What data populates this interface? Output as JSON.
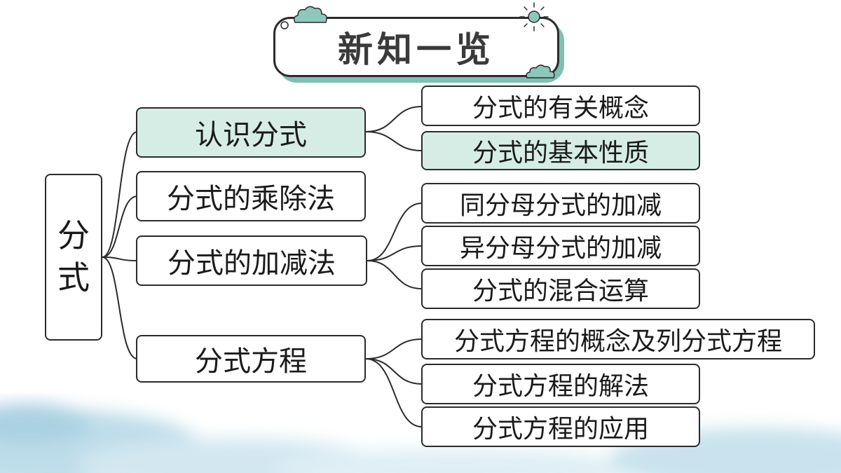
{
  "title": "新知一览",
  "root": {
    "line1": "分",
    "line2": "式"
  },
  "branches": [
    {
      "label": "认识分式",
      "highlight": true,
      "children": [
        {
          "label": "分式的有关概念",
          "highlight": false
        },
        {
          "label": "分式的基本性质",
          "highlight": true
        }
      ]
    },
    {
      "label": "分式的乘除法",
      "highlight": false,
      "children": []
    },
    {
      "label": "分式的加减法",
      "highlight": false,
      "children": [
        {
          "label": "同分母分式的加减",
          "highlight": false
        },
        {
          "label": "异分母分式的加减",
          "highlight": false
        },
        {
          "label": "分式的混合运算",
          "highlight": false
        }
      ]
    },
    {
      "label": "分式方程",
      "highlight": false,
      "children": [
        {
          "label": "分式方程的概念及列分式方程",
          "highlight": false
        },
        {
          "label": "分式方程的解法",
          "highlight": false
        },
        {
          "label": "分式方程的应用",
          "highlight": false
        }
      ]
    }
  ],
  "colors": {
    "highlight": "#d6ede6",
    "border": "#2b2b2b",
    "accent": "#7fbfb2",
    "sky": "#a9d2e3"
  },
  "icons": [
    "cloud-icon",
    "sun-icon"
  ]
}
